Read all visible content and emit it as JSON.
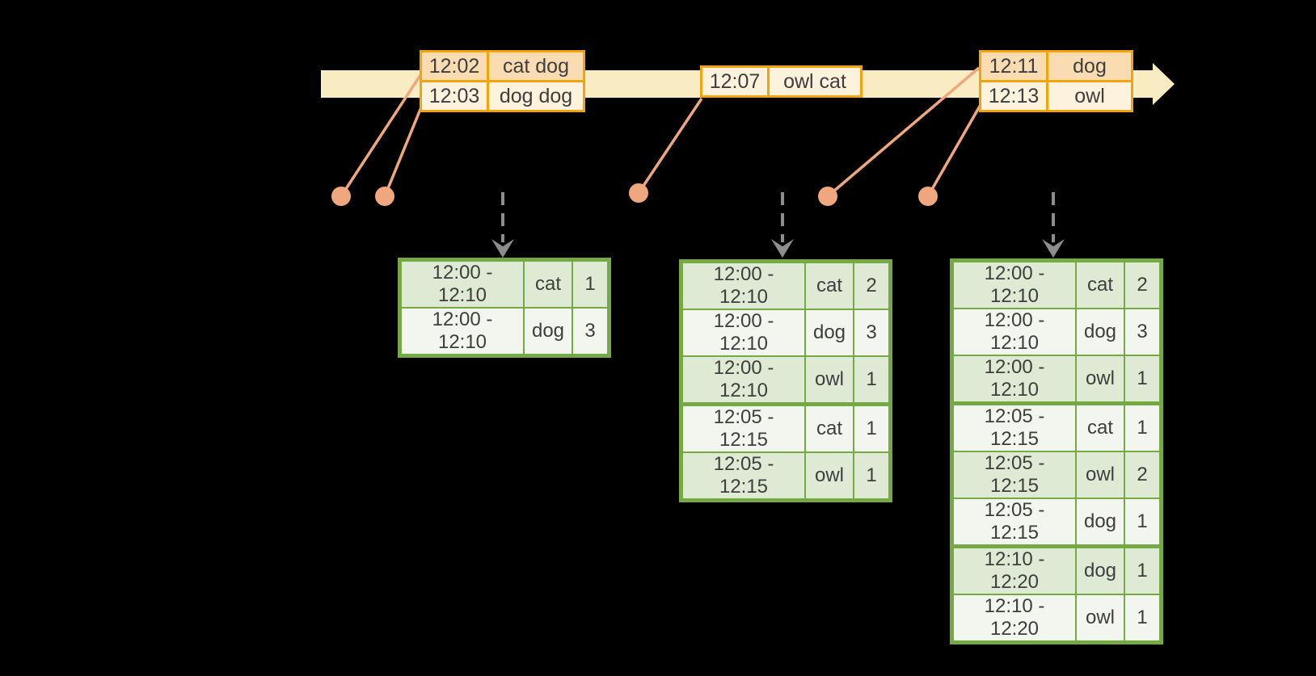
{
  "diagram": {
    "kind": "streaming-windowed-word-count-timeline",
    "colors": {
      "background": "#000000",
      "timeline_fill": "#FAECC2",
      "event_border": "#F1A40B",
      "event_row_dark": "#FADCB2",
      "event_row_light": "#FDF2DC",
      "connector": "#F0A77E",
      "result_border": "#74A944",
      "result_row_dark": "#DEEAD3",
      "result_row_light": "#F2F6EE",
      "trigger_arrow": "#8D8D8D",
      "text": "#3E3E3E"
    }
  },
  "event_tables": [
    {
      "rows": [
        {
          "time": "12:02",
          "words": "cat dog"
        },
        {
          "time": "12:03",
          "words": "dog dog"
        }
      ]
    },
    {
      "rows": [
        {
          "time": "12:07",
          "words": "owl cat"
        }
      ]
    },
    {
      "rows": [
        {
          "time": "12:11",
          "words": "dog"
        },
        {
          "time": "12:13",
          "words": "owl"
        }
      ]
    }
  ],
  "result_tables": [
    {
      "rows": [
        {
          "window": "12:00 - 12:10",
          "word": "cat",
          "count": "1"
        },
        {
          "window": "12:00 - 12:10",
          "word": "dog",
          "count": "3"
        }
      ]
    },
    {
      "rows": [
        {
          "window": "12:00 - 12:10",
          "word": "cat",
          "count": "2"
        },
        {
          "window": "12:00 - 12:10",
          "word": "dog",
          "count": "3"
        },
        {
          "window": "12:00 - 12:10",
          "word": "owl",
          "count": "1"
        },
        {
          "window": "12:05 - 12:15",
          "word": "cat",
          "count": "1"
        },
        {
          "window": "12:05 - 12:15",
          "word": "owl",
          "count": "1"
        }
      ]
    },
    {
      "rows": [
        {
          "window": "12:00 - 12:10",
          "word": "cat",
          "count": "2"
        },
        {
          "window": "12:00 - 12:10",
          "word": "dog",
          "count": "3"
        },
        {
          "window": "12:00 - 12:10",
          "word": "owl",
          "count": "1"
        },
        {
          "window": "12:05 - 12:15",
          "word": "cat",
          "count": "1"
        },
        {
          "window": "12:05 - 12:15",
          "word": "owl",
          "count": "2"
        },
        {
          "window": "12:05 - 12:15",
          "word": "dog",
          "count": "1"
        },
        {
          "window": "12:10 - 12:20",
          "word": "dog",
          "count": "1"
        },
        {
          "window": "12:10 - 12:20",
          "word": "owl",
          "count": "1"
        }
      ]
    }
  ]
}
